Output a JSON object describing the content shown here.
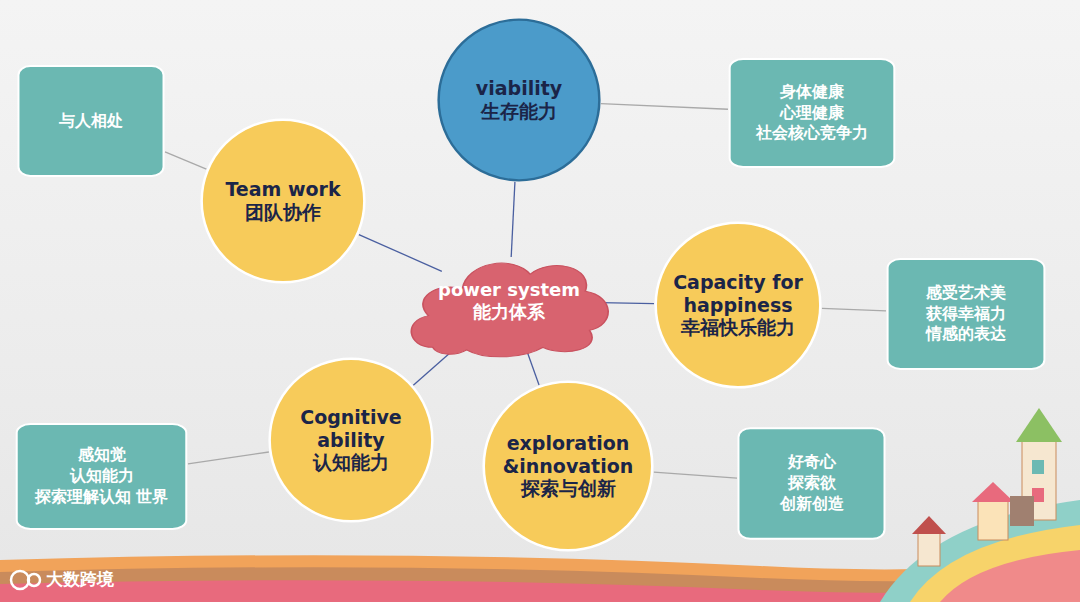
{
  "diagram": {
    "nodes": [
      {
        "text": [
          "power system",
          "能力体系"
        ]
      },
      {
        "text": [
          "viability",
          "生存能力"
        ]
      },
      {
        "text": [
          "Team work",
          "团队协作"
        ]
      },
      {
        "text": [
          "Capacity for happiness",
          "幸福快乐能力"
        ]
      },
      {
        "text": [
          "Cognitive ability",
          "认知能力"
        ]
      },
      {
        "text": [
          "exploration &innovation",
          "探索与创新"
        ]
      },
      {
        "text": [
          "与人相处"
        ]
      },
      {
        "text": [
          "身体健康",
          "心理健康",
          "社会核心竞争力"
        ]
      },
      {
        "text": [
          "感受艺术美",
          "获得幸福力",
          "情感的表达"
        ]
      },
      {
        "text": [
          "感知觉",
          "认知能力",
          "探索理解认知 世界"
        ]
      },
      {
        "text": [
          "好奇心",
          "探索欲",
          "创新创造"
        ]
      }
    ],
    "edges": [
      {
        "from": 0,
        "to": 1,
        "arrow": "none"
      },
      {
        "from": 0,
        "to": 2,
        "arrow": "none"
      },
      {
        "from": 0,
        "to": 3,
        "arrow": "none"
      },
      {
        "from": 0,
        "to": 4,
        "arrow": "none"
      },
      {
        "from": 0,
        "to": 5,
        "arrow": "none"
      },
      {
        "from": 2,
        "to": 6,
        "arrow": "none"
      },
      {
        "from": 1,
        "to": 7,
        "arrow": "none"
      },
      {
        "from": 3,
        "to": 8,
        "arrow": "none"
      },
      {
        "from": 4,
        "to": 9,
        "arrow": "none"
      },
      {
        "from": 5,
        "to": 10,
        "arrow": "none"
      }
    ],
    "labels": [
      "大数跨境"
    ]
  }
}
